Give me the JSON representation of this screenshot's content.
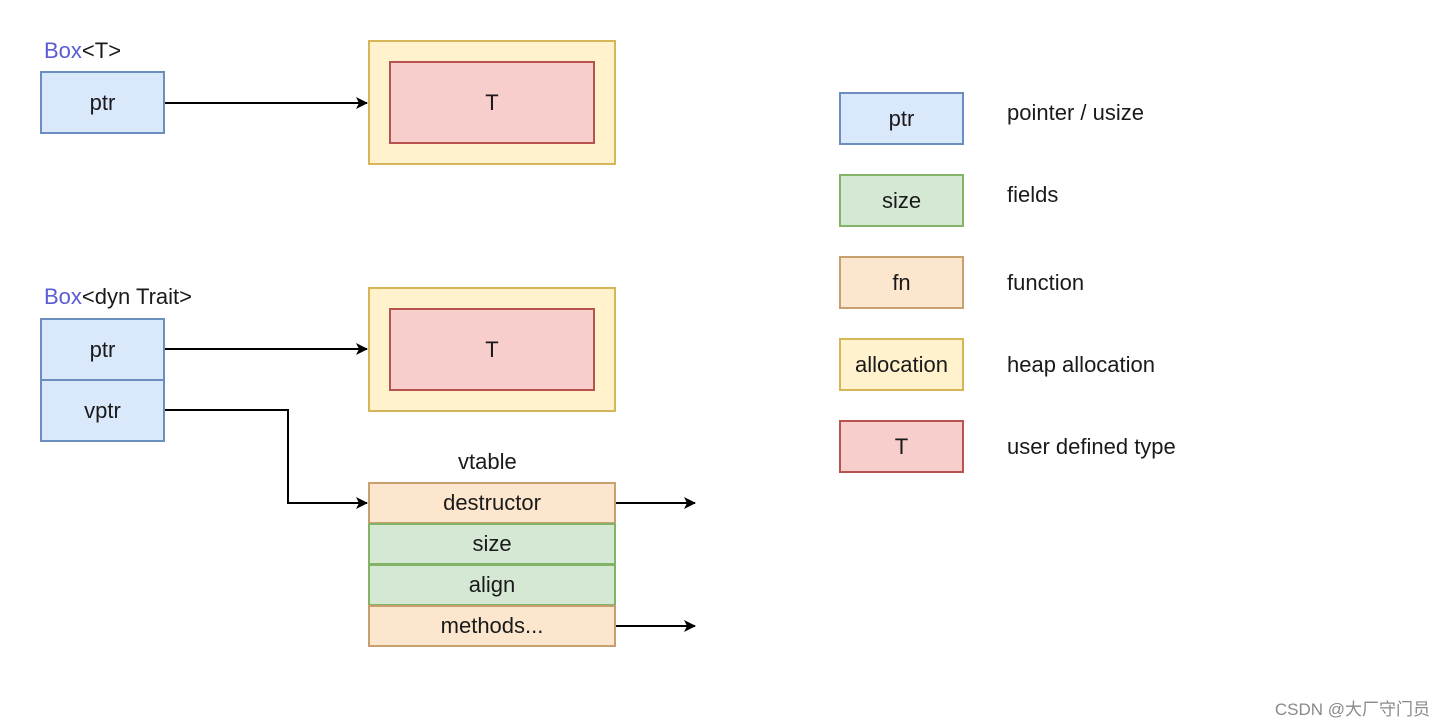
{
  "box_t": {
    "label_kw": "Box",
    "label_rest": "<T>",
    "ptr": "ptr",
    "inner": "T"
  },
  "box_dyn": {
    "label_kw": "Box",
    "label_rest": "<dyn Trait>",
    "ptr": "ptr",
    "vptr": "vptr",
    "inner": "T"
  },
  "vtable": {
    "title": "vtable",
    "rows": [
      "destructor",
      "size",
      "align",
      "methods..."
    ]
  },
  "legend": [
    {
      "swatch": "ptr",
      "text": "pointer / usize",
      "kind": "ptr"
    },
    {
      "swatch": "size",
      "text": "fields",
      "kind": "size"
    },
    {
      "swatch": "fn",
      "text": "function",
      "kind": "fn"
    },
    {
      "swatch": "allocation",
      "text": "heap allocation",
      "kind": "alloc"
    },
    {
      "swatch": "T",
      "text": "user defined type",
      "kind": "t"
    }
  ],
  "watermark": "CSDN @大厂守门员",
  "colors": {
    "keyword": "#5b5bd6",
    "ptr_fill": "#dae8fc",
    "ptr_border": "#6c8ebf",
    "field_fill": "#d5e8d4",
    "field_border": "#82b366",
    "fn_fill": "#fce6cd",
    "fn_border": "#c8a070",
    "alloc_fill": "#fff2cc",
    "alloc_border": "#d6b656",
    "type_fill": "#f8cecc",
    "type_border": "#b85450"
  }
}
